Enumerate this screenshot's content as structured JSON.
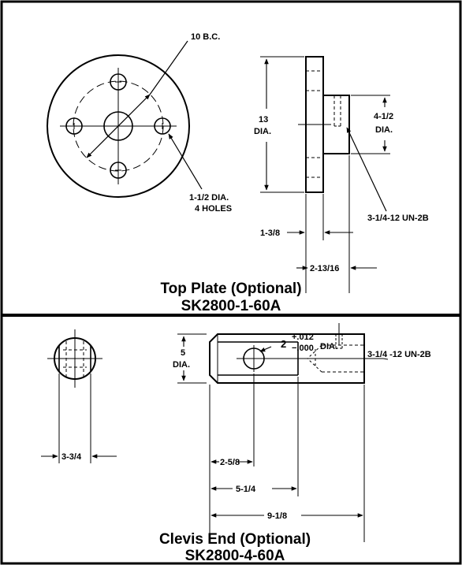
{
  "top_plate": {
    "title": "Top Plate (Optional)",
    "part_number": "SK2800-1-60A",
    "labels": {
      "bolt_circle": "10 B.C.",
      "flange_dia_value": "13",
      "flange_dia_unit": "DIA.",
      "hole_dia": "1-1/2 DIA.",
      "hole_count": "4 HOLES",
      "boss_dia_value": "4-1/2",
      "boss_dia_unit": "DIA.",
      "thread": "3-1/4-12 UN-2B",
      "flange_thickness": "1-3/8",
      "overall_length": "2-13/16"
    }
  },
  "clevis_end": {
    "title": "Clevis End (Optional)",
    "part_number": "SK2800-4-60A",
    "labels": {
      "pin_hole_dia": "2",
      "tol_plus": "+.012",
      "tol_minus": "−.000",
      "tol_unit": "DIA.",
      "thread": "3-1/4 -12 UN-2B",
      "body_dia_value": "5",
      "body_dia_unit": "DIA.",
      "slot_width": "3-3/4",
      "dim_a": "2-5/8",
      "dim_b": "5-1/4",
      "overall_length": "9-1/8"
    }
  }
}
